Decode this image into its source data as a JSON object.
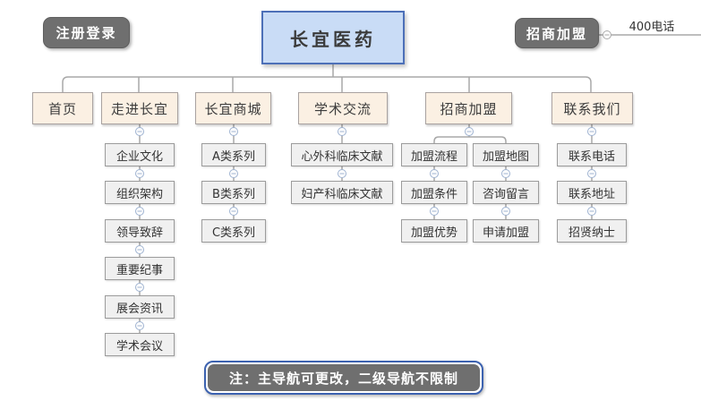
{
  "header": {
    "register_login": "注册登录",
    "title": "长宜医药",
    "franchise": "招商加盟",
    "phone": "400电话"
  },
  "nav": [
    {
      "label": "首页"
    },
    {
      "label": "走进长宜",
      "children": [
        "企业文化",
        "组织架构",
        "领导致辞",
        "重要纪事",
        "展会资讯",
        "学术会议"
      ]
    },
    {
      "label": "长宜商城",
      "children": [
        "A类系列",
        "B类系列",
        "C类系列"
      ]
    },
    {
      "label": "学术交流",
      "children": [
        "心外科临床文献",
        "妇产科临床文献"
      ]
    },
    {
      "label": "招商加盟",
      "children_left": [
        "加盟流程",
        "加盟条件",
        "加盟优势"
      ],
      "children_right": [
        "加盟地图",
        "咨询留言",
        "申请加盟"
      ]
    },
    {
      "label": "联系我们",
      "children": [
        "联系电话",
        "联系地址",
        "招贤纳士"
      ]
    }
  ],
  "note": "注：主导航可更改，二级导航不限制",
  "colors": {
    "title_fill": "#C9DCF6",
    "title_border": "#4D70B8",
    "nav_fill": "#FBF0E3",
    "child_fill": "#F0F0F0",
    "dark_button": "#6F6F6F",
    "note_border": "#3C62B0",
    "connector": "#A8A8A8",
    "collapse_icon": "#9FB3D1"
  }
}
